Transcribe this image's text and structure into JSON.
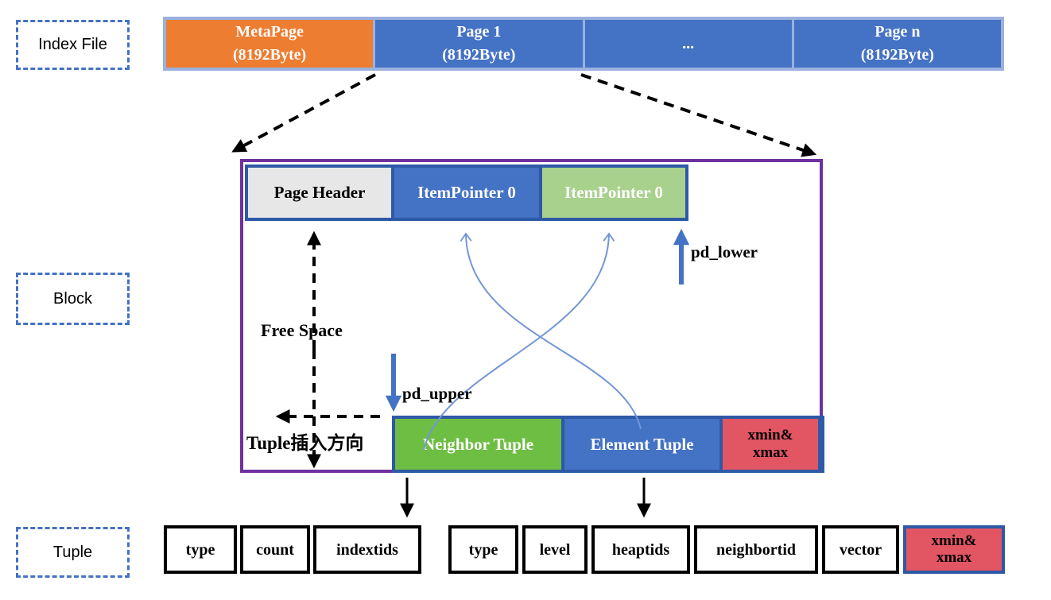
{
  "labels": {
    "index_file": "Index File",
    "block": "Block",
    "tuple": "Tuple"
  },
  "index_file_bar": {
    "pages": [
      {
        "name": "MetaPage",
        "size": "(8192Byte)",
        "color": "#ED7D31"
      },
      {
        "name": "Page 1",
        "size": "(8192Byte)",
        "color": "#4472C4"
      },
      {
        "name": "...",
        "size": "",
        "color": "#4472C4"
      },
      {
        "name": "Page n",
        "size": "(8192Byte)",
        "color": "#4472C4"
      }
    ]
  },
  "block": {
    "header_cells": [
      {
        "label": "Page Header",
        "color": "#E7E7E7"
      },
      {
        "label": "ItemPointer 0",
        "color": "#4472C4"
      },
      {
        "label": "ItemPointer 0",
        "color": "#A9D18E"
      }
    ],
    "free_space_label": "Free Space",
    "pd_lower_label": "pd_lower",
    "pd_upper_label": "pd_upper",
    "insert_direction_label": "Tuple插入方向",
    "tuple_cells": [
      {
        "label": "Neighbor Tuple",
        "color": "#6FBE44"
      },
      {
        "label": "Element Tuple",
        "color": "#4472C4"
      },
      {
        "line1": "xmin&",
        "line2": "xmax",
        "color": "#E25563"
      }
    ]
  },
  "tuple_tables": {
    "table1": {
      "cells": [
        "type",
        "count",
        "indextids"
      ]
    },
    "table2": {
      "cells": [
        "type",
        "level",
        "heaptids",
        "neighbortid",
        "vector"
      ],
      "xmin_cell": {
        "line1": "xmin&",
        "line2": "xmax"
      }
    }
  },
  "colors": {
    "metapage_orange": "#ED7D31",
    "page_blue": "#4472C4",
    "bar_frame_blue": "#9AB0DE",
    "row_border_blue": "#2E59A7",
    "item_pointer_light_green": "#A9D18E",
    "neighbor_green": "#6FBE44",
    "xmin_red": "#E25563",
    "block_purple": "#7030A0",
    "page_header_gray": "#E7E7E7",
    "curve_blue": "#7396D5",
    "dashed_label_border_blue": "#4472C4"
  }
}
